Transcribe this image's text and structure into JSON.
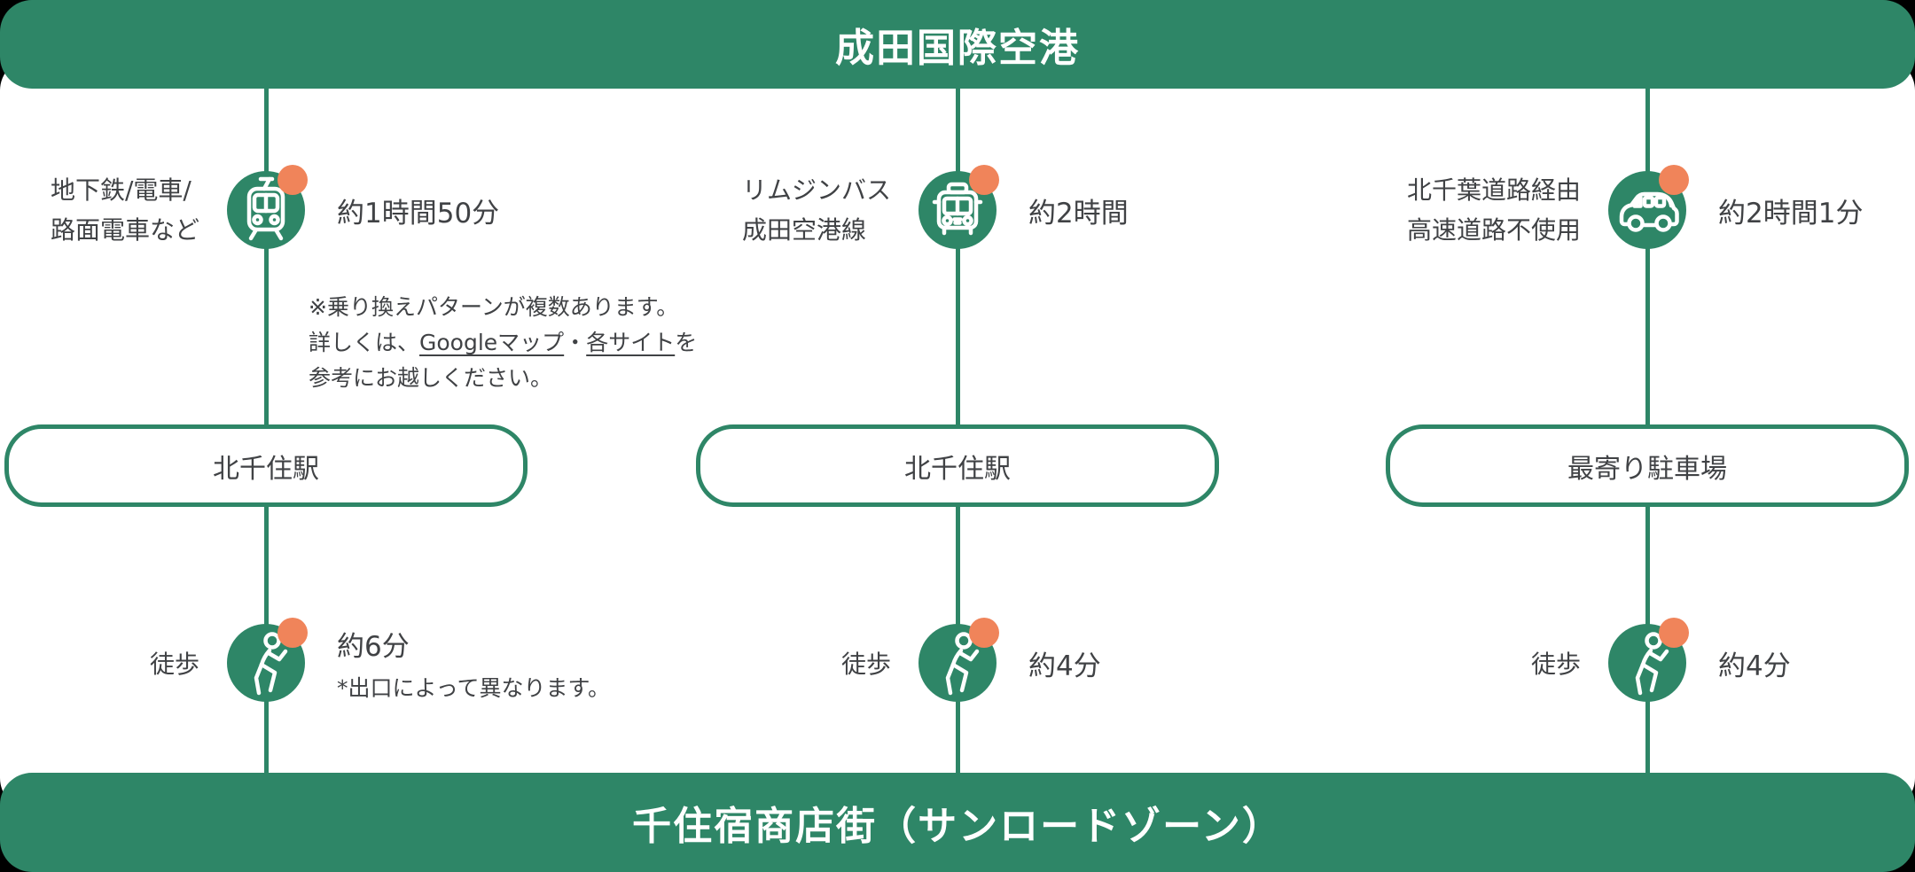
{
  "colors": {
    "green": "#2e8667",
    "orange": "#f0845a",
    "text": "#404245",
    "panel": "#ffffff",
    "background": "#000000"
  },
  "header": {
    "title": "成田国際空港"
  },
  "footer": {
    "title": "千住宿商店街（サンロードゾーン）"
  },
  "columns": [
    {
      "transport_line1": "地下鉄/電車/",
      "transport_line2": "路面電車など",
      "transport_icon": "train-icon",
      "duration": "約1時間50分",
      "note": {
        "line1": "※乗り換えパターンが複数あります。",
        "line2_prefix": "詳しくは、",
        "link1": "Googleマップ",
        "separator": "・",
        "link2": "各サイト",
        "line2_suffix": "を",
        "line3": "参考にお越しください。"
      },
      "station": "北千住駅",
      "walk_label": "徒歩",
      "walk_icon": "runner-icon",
      "walk_duration": "約6分",
      "walk_note": "*出口によって異なります。"
    },
    {
      "transport_line1": "リムジンバス",
      "transport_line2": "成田空港線",
      "transport_icon": "bus-icon",
      "duration": "約2時間",
      "station": "北千住駅",
      "walk_label": "徒歩",
      "walk_icon": "runner-icon",
      "walk_duration": "約4分"
    },
    {
      "transport_line1": "北千葉道路経由",
      "transport_line2": "高速道路不使用",
      "transport_icon": "car-icon",
      "duration": "約2時間1分",
      "station": "最寄り駐車場",
      "walk_label": "徒歩",
      "walk_icon": "runner-icon",
      "walk_duration": "約4分"
    }
  ]
}
